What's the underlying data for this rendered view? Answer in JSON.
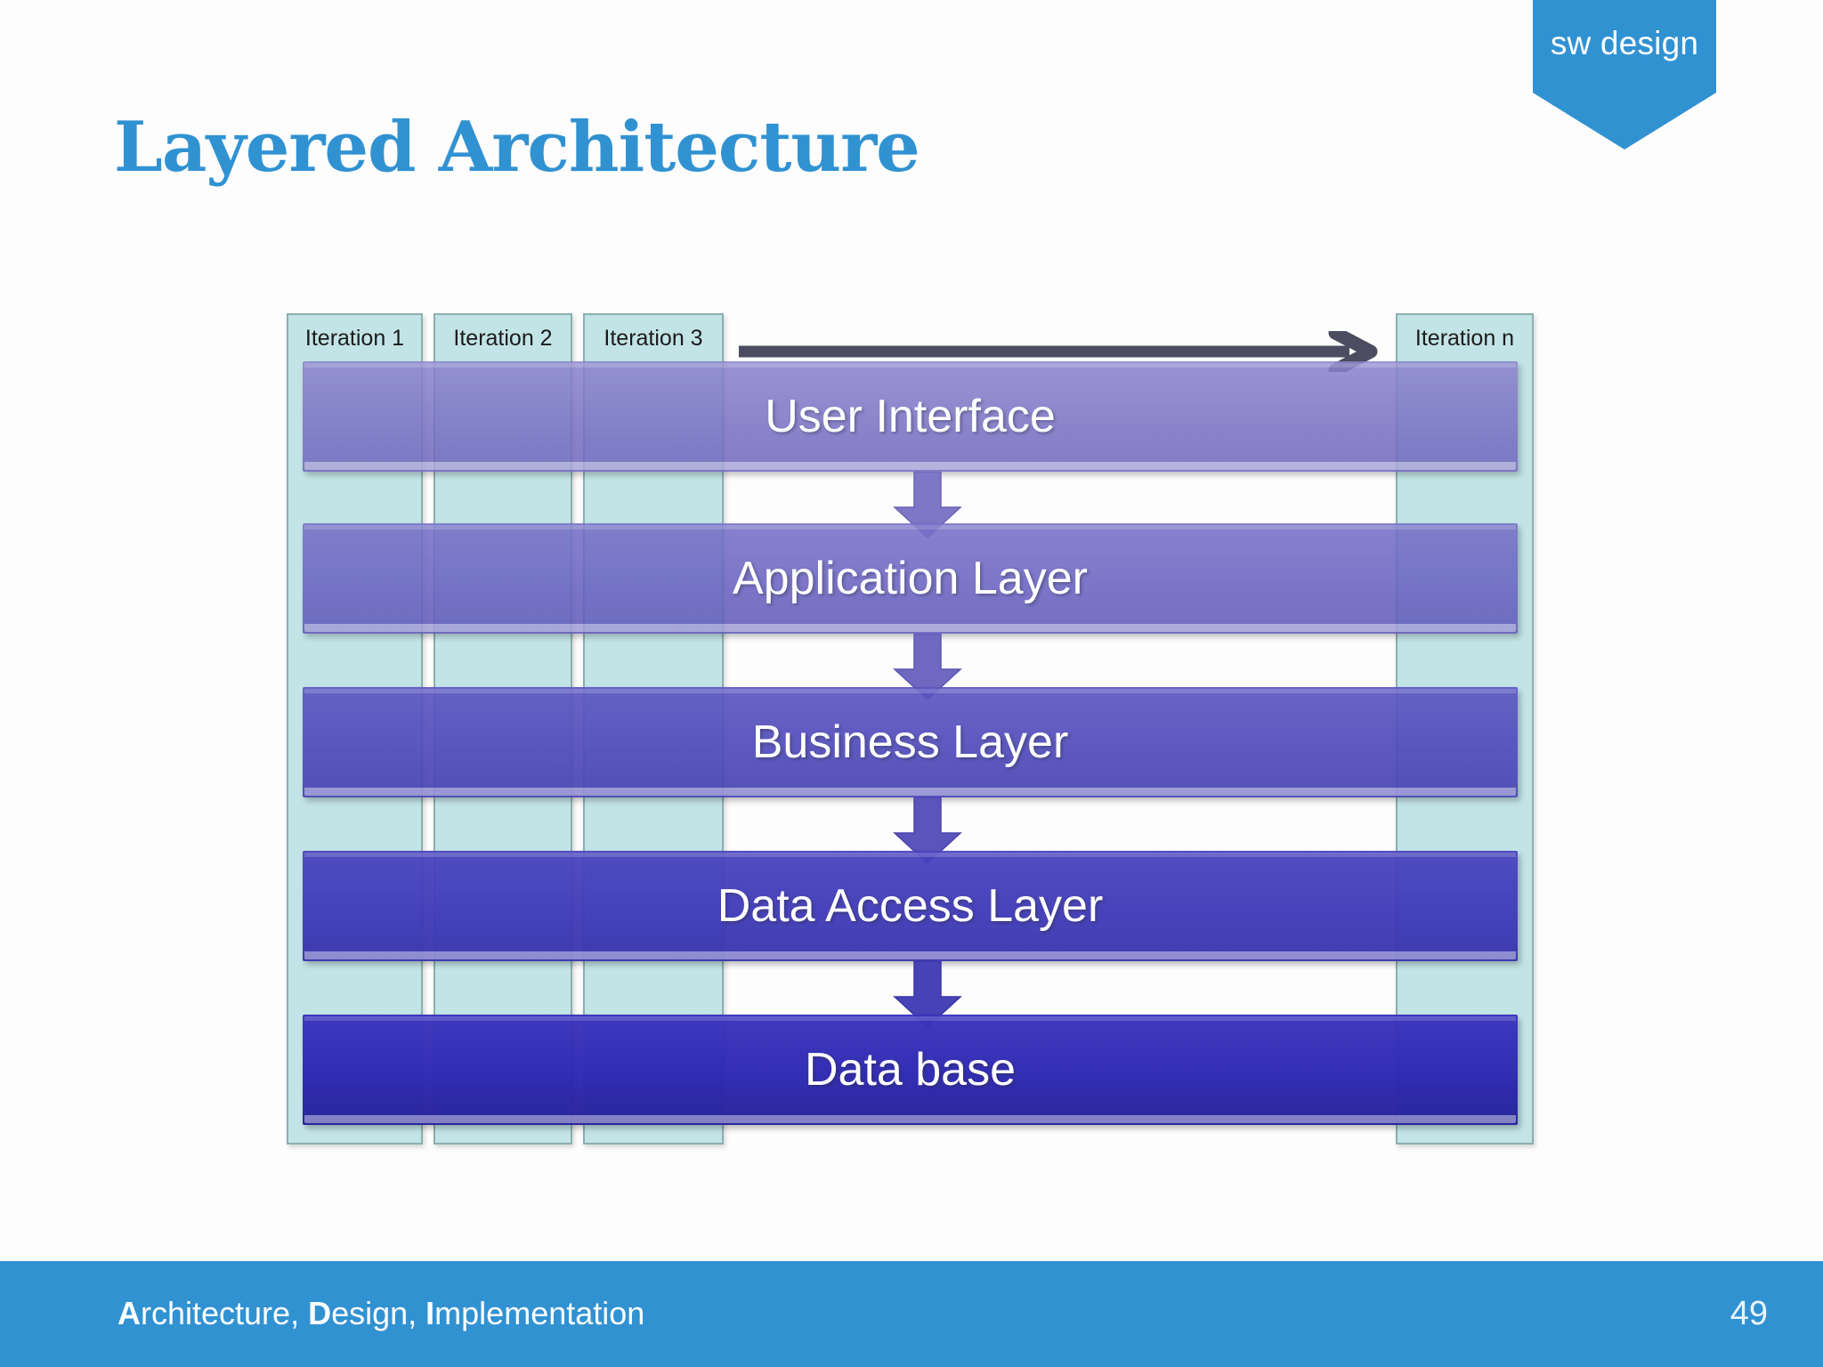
{
  "slide": {
    "title": "Layered Architecture",
    "accent_color": "#3192d2",
    "page_number": "49"
  },
  "badge": {
    "label": "sw design",
    "color": "#3192d2"
  },
  "diagram": {
    "iterations": [
      {
        "label": "Iteration 1"
      },
      {
        "label": "Iteration 2"
      },
      {
        "label": "Iteration 3"
      },
      {
        "label": "Iteration n"
      }
    ],
    "progress_arrow": "right-arrow",
    "column_color": "#c3e4e6",
    "column_border_color": "#8aafb1",
    "layers": [
      {
        "label": "User Interface",
        "color": "#7b73c4"
      },
      {
        "label": "Application Layer",
        "color": "#6a64c2"
      },
      {
        "label": "Business Layer",
        "color": "#514cbb"
      },
      {
        "label": "Data Access Layer",
        "color": "#403ab8"
      },
      {
        "label": "Data base",
        "color": "#2b25ae"
      }
    ],
    "connector_arrows": 4,
    "connector_color": "#6f68bd"
  },
  "footer": {
    "parts": [
      {
        "bold": "A",
        "rest": "rchitecture, "
      },
      {
        "bold": "D",
        "rest": "esign, "
      },
      {
        "bold": "I",
        "rest": "mplementation"
      }
    ],
    "background": "#3192d2"
  }
}
